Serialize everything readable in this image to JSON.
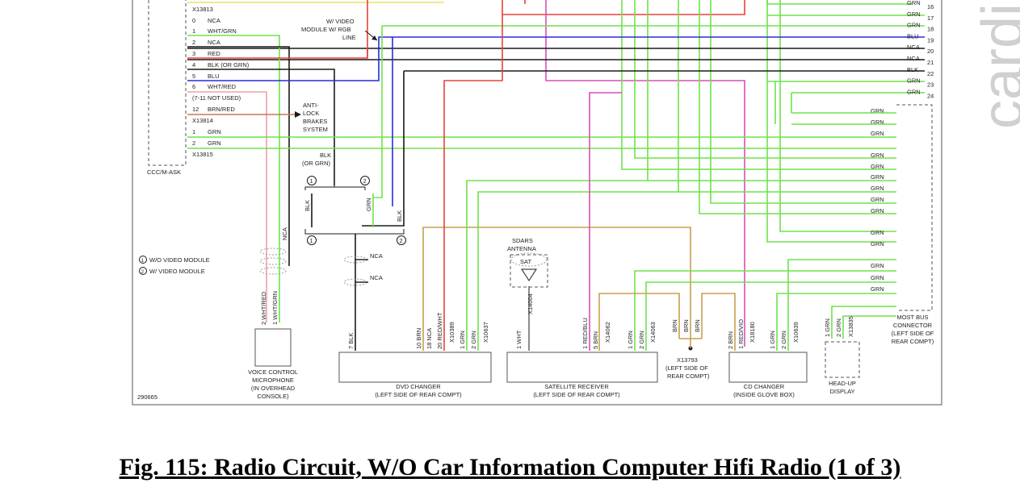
{
  "caption": "Fig. 115: Radio Circuit, W/O Car Information Computer Hifi Radio (1 of 3)",
  "watermark": "cardi",
  "figure_id": "290665",
  "legend": {
    "note1": "W/O VIDEO MODULE",
    "note2": "W/ VIDEO MODULE",
    "num1": "1",
    "num2": "2"
  },
  "ccc": {
    "title": "CCC/M-ASK",
    "conn1": "X13813",
    "conn2": "X13814",
    "conn3": "X13815",
    "pins": [
      {
        "num": "0",
        "color": "NCA"
      },
      {
        "num": "1",
        "color": "WHT/GRN"
      },
      {
        "num": "2",
        "color": "NCA"
      },
      {
        "num": "3",
        "color": "RED"
      },
      {
        "num": "4",
        "color": "BLK   (OR GRN)"
      },
      {
        "num": "5",
        "color": "BLU"
      },
      {
        "num": "6",
        "color": "WHT/RED"
      },
      {
        "num": "(7-11 NOT USED)",
        "color": ""
      },
      {
        "num": "12",
        "color": "BRN/RED"
      }
    ],
    "pins2": [
      {
        "num": "1",
        "color": "GRN"
      },
      {
        "num": "2",
        "color": "GRN"
      }
    ]
  },
  "labels": {
    "video_module": [
      "W/ VIDEO",
      "MODULE W/ RGB",
      "LINE"
    ],
    "abs": [
      "ANTI-",
      "LOCK",
      "BRAKES",
      "SYSTEM"
    ],
    "blk_or_grn": [
      "BLK",
      "(OR GRN)"
    ],
    "blk": "BLK",
    "grn": "GRN",
    "nca": "NCA",
    "sdars": [
      "SDARS",
      "ANTENNA"
    ],
    "sat": "SAT",
    "x14004": "X14004",
    "wht": "WHT",
    "x13793": [
      "X13793",
      "(LEFT SIDE OF",
      "REAR COMPT)"
    ]
  },
  "right_pins": [
    {
      "color": "GRN",
      "num": "16"
    },
    {
      "color": "GRN",
      "num": "17"
    },
    {
      "color": "GRN",
      "num": "18"
    },
    {
      "color": "BLU",
      "num": "19"
    },
    {
      "color": "NCA",
      "num": "20"
    },
    {
      "color": "NCA",
      "num": "21"
    },
    {
      "color": "BLK",
      "num": "22"
    },
    {
      "color": "GRN",
      "num": "23"
    },
    {
      "color": "GRN",
      "num": "24"
    }
  ],
  "most_bus_wires": [
    "GRN",
    "GRN",
    "GRN",
    "GRN",
    "GRN",
    "GRN",
    "GRN",
    "GRN",
    "GRN",
    "GRN",
    "GRN",
    "GRN",
    "GRN",
    "GRN"
  ],
  "components": {
    "voice": [
      "VOICE CONTROL",
      "MICROPHONE",
      "(IN OVERHEAD",
      "CONSOLE)"
    ],
    "dvd": [
      "DVD CHANGER",
      "(LEFT SIDE OF REAR COMPT)"
    ],
    "sat": [
      "SATELLITE RECEIVER",
      "(LEFT SIDE OF REAR COMPT)"
    ],
    "cd": [
      "CD CHANGER",
      "(INSIDE GLOVE BOX)"
    ],
    "hud": [
      "HEAD-UP",
      "DISPLAY"
    ],
    "most": [
      "MOST BUS",
      "CONNECTOR",
      "(LEFT SIDE OF",
      "REAR COMPT)"
    ]
  },
  "vert_labels": {
    "voice": [
      "2  WHT/RED",
      "1  WHT/GRN"
    ],
    "dvd": [
      "7  BLK",
      "10  BRN",
      "18  NCA",
      "20  RED/WHT",
      "X10389",
      "1  GRN",
      "2  GRN",
      "X10637"
    ],
    "sat": [
      "1  WHT",
      "1  RED/BLU",
      "5  BRN",
      "X14062",
      "1  GRN",
      "2  GRN",
      "X14063"
    ],
    "x13793": [
      "BRN",
      "BRN",
      "BRN"
    ],
    "cd": [
      "2  BRN",
      "1  RED/VIO",
      "X18180",
      "1  GRN",
      "2  GRN",
      "X10639"
    ],
    "hud": [
      "1  GRN",
      "2  GRN",
      "X13835"
    ],
    "nca_mic": "NCA",
    "abs_blk": "BLK",
    "abs_grn": "GRN",
    "abs_blk2": "BLK"
  },
  "colors": {
    "green": "#6ee34a",
    "red": "#e8423c",
    "pink": "#f0a0a8",
    "magenta": "#d94fb8",
    "blue": "#2a2ae0",
    "black": "#1a1a1a",
    "brown": "#c8a050",
    "yellow": "#e8e070",
    "frame": "#555555"
  }
}
